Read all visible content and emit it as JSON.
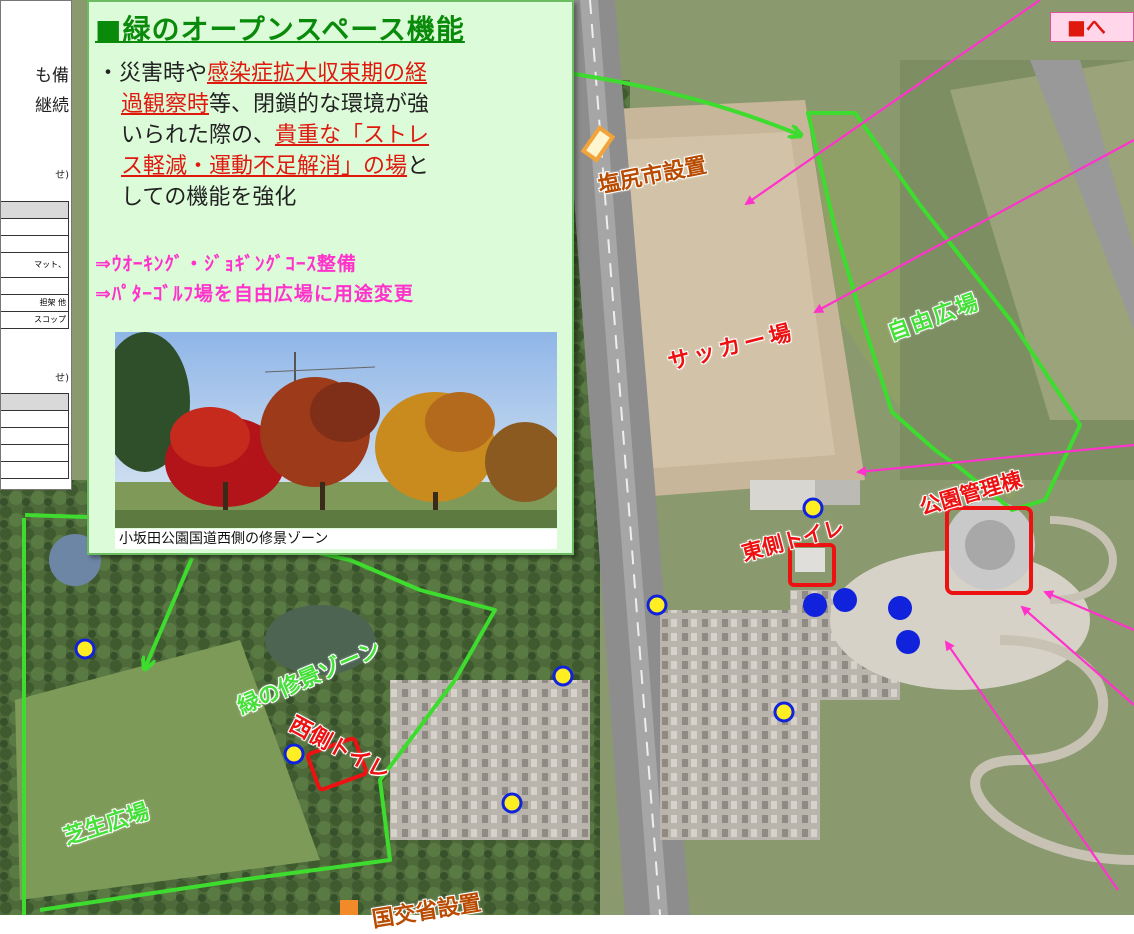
{
  "left_panel": {
    "lines": [
      "も備",
      "継続"
    ],
    "note1": "せ)",
    "table1_rows": [
      "",
      "",
      "",
      "マット、",
      "",
      "担架 他",
      "スコップ"
    ],
    "note2": "せ)",
    "table2_rows": [
      "",
      "",
      "",
      "",
      ""
    ]
  },
  "info_box": {
    "title": "■緑のオープンスペース機能",
    "body": {
      "l1_a": "・災害時や",
      "l1_u": "感染症拡大収束期の経",
      "l2_u": "過観察時",
      "l2_b": "等、閉鎖的な環境が強",
      "l3": "いられた際の、",
      "l3_u": "貴重な「ストレ",
      "l4_u": "ス軽減・運動不足解消」の場",
      "l4_b": "と",
      "l5": "しての機能を強化"
    },
    "sub1": "⇒ｳｵｰｷﾝｸﾞ・ｼﾞｮｷﾞﾝｸﾞｺｰｽ整備",
    "sub2": "⇒ﾊﾟﾀｰｺﾞﾙﾌ場を自由広場に用途変更",
    "photo_caption": "小坂田公園国道西側の修景ゾーン"
  },
  "top_right_label": "■へ",
  "map_labels": {
    "shiojiri": "塩尻市設置",
    "soccer": "サッカー場",
    "free_plaza": "自由広場",
    "park_office": "公園管理棟",
    "east_toilet": "東側トイレ",
    "green_zone": "緑の修景ゾーン",
    "west_toilet": "西側トイレ",
    "lawn_plaza": "芝生広場",
    "mlit": "国交省設置"
  },
  "colors": {
    "green_line": "#3ddc2e",
    "magenta_arrow": "#ff33cc",
    "red_box": "#ee1111",
    "yellow_marker": "#ffee22",
    "blue_marker": "#1122dd"
  }
}
